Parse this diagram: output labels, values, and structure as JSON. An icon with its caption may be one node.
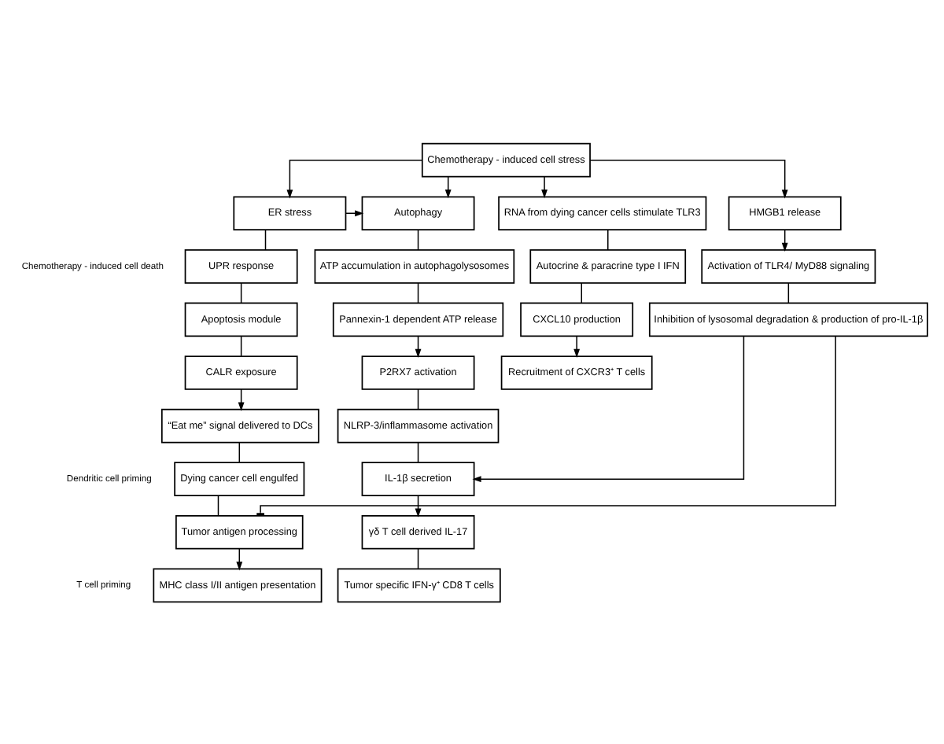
{
  "diagram": {
    "nodes": [
      {
        "text": [
          "Chemotherapy - induced cell stress"
        ]
      },
      {
        "text": [
          "ER stress"
        ]
      },
      {
        "text": [
          "UPR response"
        ]
      },
      {
        "text": [
          "Apoptosis module"
        ]
      },
      {
        "text": [
          "CALR exposure"
        ]
      },
      {
        "text": [
          "“Eat me” signal delivered to DCs"
        ]
      },
      {
        "text": [
          "Dying cancer cell engulfed"
        ]
      },
      {
        "text": [
          "Tumor antigen processing"
        ]
      },
      {
        "text": [
          "MHC class I/II antigen presentation"
        ]
      },
      {
        "text": [
          "Autophagy"
        ]
      },
      {
        "text": [
          "ATP accumulation in autophagolysosomes"
        ]
      },
      {
        "text": [
          "Pannexin-1 dependent ATP release"
        ]
      },
      {
        "text": [
          "P2RX7 activation"
        ]
      },
      {
        "text": [
          "NLRP-3/inflammasome activation"
        ]
      },
      {
        "text": [
          "IL-1β secretion"
        ]
      },
      {
        "text": [
          "γδ T cell derived IL-17"
        ]
      },
      {
        "text": [
          "Tumor specific IFN-γ⁺ CD8 T cells"
        ]
      },
      {
        "text": [
          "RNA from dying cancer cells stimulate TLR3"
        ]
      },
      {
        "text": [
          "Autocrine & paracrine type I IFN"
        ]
      },
      {
        "text": [
          "CXCL10 production"
        ]
      },
      {
        "text": [
          "Recruitment of CXCR3⁺ T cells"
        ]
      },
      {
        "text": [
          "HMGB1 release"
        ]
      },
      {
        "text": [
          "Activation of TLR4/ MyD88 signaling"
        ]
      },
      {
        "text": [
          "Inhibition of lysosomal degradation & production of pro-IL-1β"
        ]
      }
    ],
    "edges": [
      {
        "from": 0,
        "to": 1,
        "arrow": "to"
      },
      {
        "from": 0,
        "to": 9,
        "arrow": "to"
      },
      {
        "from": 0,
        "to": 17,
        "arrow": "to"
      },
      {
        "from": 0,
        "to": 21,
        "arrow": "to"
      },
      {
        "from": 1,
        "to": 9,
        "arrow": "to"
      },
      {
        "from": 1,
        "to": 2,
        "arrow": "none"
      },
      {
        "from": 2,
        "to": 3,
        "arrow": "none"
      },
      {
        "from": 3,
        "to": 4,
        "arrow": "none"
      },
      {
        "from": 4,
        "to": 5,
        "arrow": "to"
      },
      {
        "from": 5,
        "to": 6,
        "arrow": "none"
      },
      {
        "from": 6,
        "to": 7,
        "arrow": "none"
      },
      {
        "from": 7,
        "to": 8,
        "arrow": "to"
      },
      {
        "from": 9,
        "to": 10,
        "arrow": "none"
      },
      {
        "from": 10,
        "to": 11,
        "arrow": "none"
      },
      {
        "from": 11,
        "to": 12,
        "arrow": "to"
      },
      {
        "from": 12,
        "to": 13,
        "arrow": "none"
      },
      {
        "from": 13,
        "to": 14,
        "arrow": "none"
      },
      {
        "from": 14,
        "to": 15,
        "arrow": "to"
      },
      {
        "from": 15,
        "to": 16,
        "arrow": "none"
      },
      {
        "from": 17,
        "to": 18,
        "arrow": "none"
      },
      {
        "from": 18,
        "to": 19,
        "arrow": "none"
      },
      {
        "from": 19,
        "to": 20,
        "arrow": "to"
      },
      {
        "from": 21,
        "to": 22,
        "arrow": "to"
      },
      {
        "from": 22,
        "to": 23,
        "arrow": "none"
      },
      {
        "from": 23,
        "to": 7,
        "arrow": "other"
      },
      {
        "from": 23,
        "to": 14,
        "arrow": "to"
      }
    ],
    "labels": [
      "Chemotherapy - induced cell death",
      "Dendritic cell priming",
      "T cell priming"
    ]
  }
}
